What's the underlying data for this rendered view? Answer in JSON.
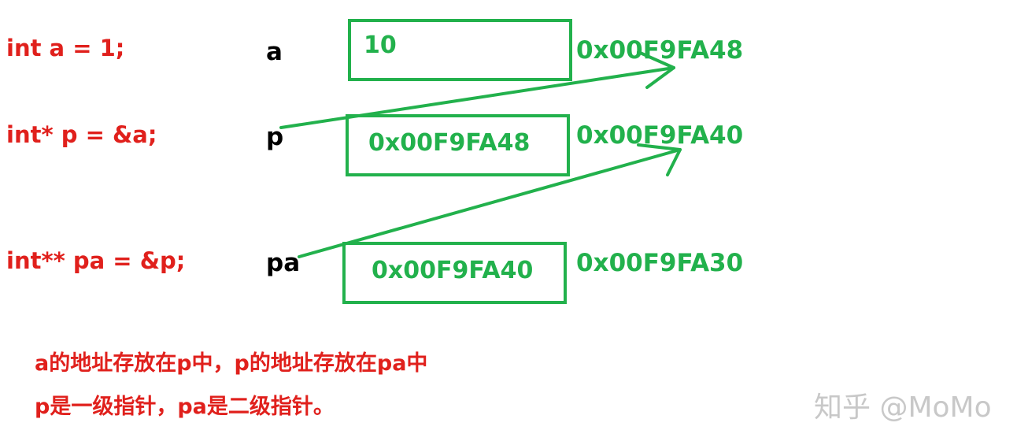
{
  "code_lines": [
    "int  a = 1;",
    "int* p = &a;",
    "int** pa = &p;"
  ],
  "variables": [
    {
      "name": "a",
      "value": "10",
      "address": "0x00F9FA48"
    },
    {
      "name": "p",
      "value": "0x00F9FA48",
      "address": "0x00F9FA40"
    },
    {
      "name": "pa",
      "value": "0x00F9FA40",
      "address": "0x00F9FA30"
    }
  ],
  "notes": [
    "a的地址存放在p中，p的地址存放在pa中",
    "p是一级指针，pa是二级指针。"
  ],
  "watermark": "知乎 @MoMo",
  "colors": {
    "code": "#e0201c",
    "box": "#22b14c",
    "address": "#22b14c",
    "note": "#e0201c",
    "watermark": "#c8c8c8"
  }
}
